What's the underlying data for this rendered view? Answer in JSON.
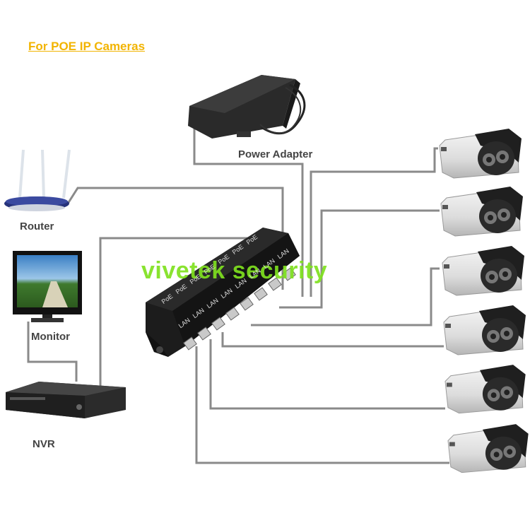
{
  "title": "For POE IP Cameras",
  "labels": {
    "power_adapter": "Power Adapter",
    "router": "Router",
    "monitor": "Monitor",
    "nvr": "NVR"
  },
  "watermark": "vivetek security",
  "poe_injector": {
    "port_labels_top": [
      "PoE",
      "PoE",
      "PoE",
      "PoE",
      "PoE",
      "PoE",
      "PoE"
    ],
    "port_labels_bottom": [
      "LAN",
      "LAN",
      "LAN",
      "LAN",
      "LAN",
      "LAN",
      "LAN",
      "LAN"
    ]
  },
  "colors": {
    "title": "#f2b400",
    "watermark": "#7fe11f",
    "cable": "#8a8a8a"
  },
  "cameras_count_note": "",
  "icons": [
    "power-adapter-icon",
    "router-icon",
    "monitor-icon",
    "nvr-icon",
    "poe-injector-icon",
    "camera-icon"
  ]
}
